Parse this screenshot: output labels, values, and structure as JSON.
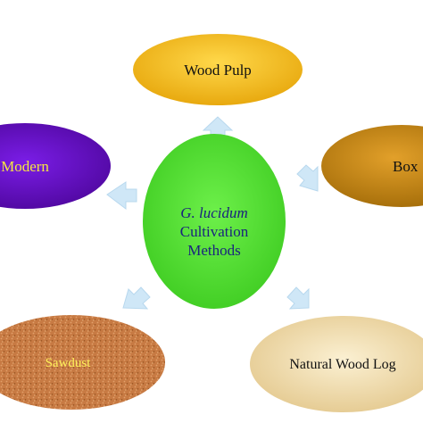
{
  "diagram": {
    "center": {
      "line1": "G. lucidum",
      "line2": "Cultivation",
      "line3": "Methods"
    },
    "nodes": {
      "top": "Wood Pulp",
      "right": "Box",
      "bottom_right": "Natural Wood Log",
      "bottom_left": "Sawdust",
      "left": "Modern"
    },
    "colors": {
      "center_fill": "#5ee23a",
      "center_text": "#1a237e",
      "top_fill": "#f7c21a",
      "right_fill": "#c98a14",
      "left_fill": "#6a0fcc",
      "left_text": "#f5e642",
      "sawdust_fill": "#c77a43",
      "sawdust_text": "#fff15a",
      "log_fill": "#f1dcae",
      "arrow_fill": "#cfe7f7",
      "dark_text": "#111111"
    }
  }
}
